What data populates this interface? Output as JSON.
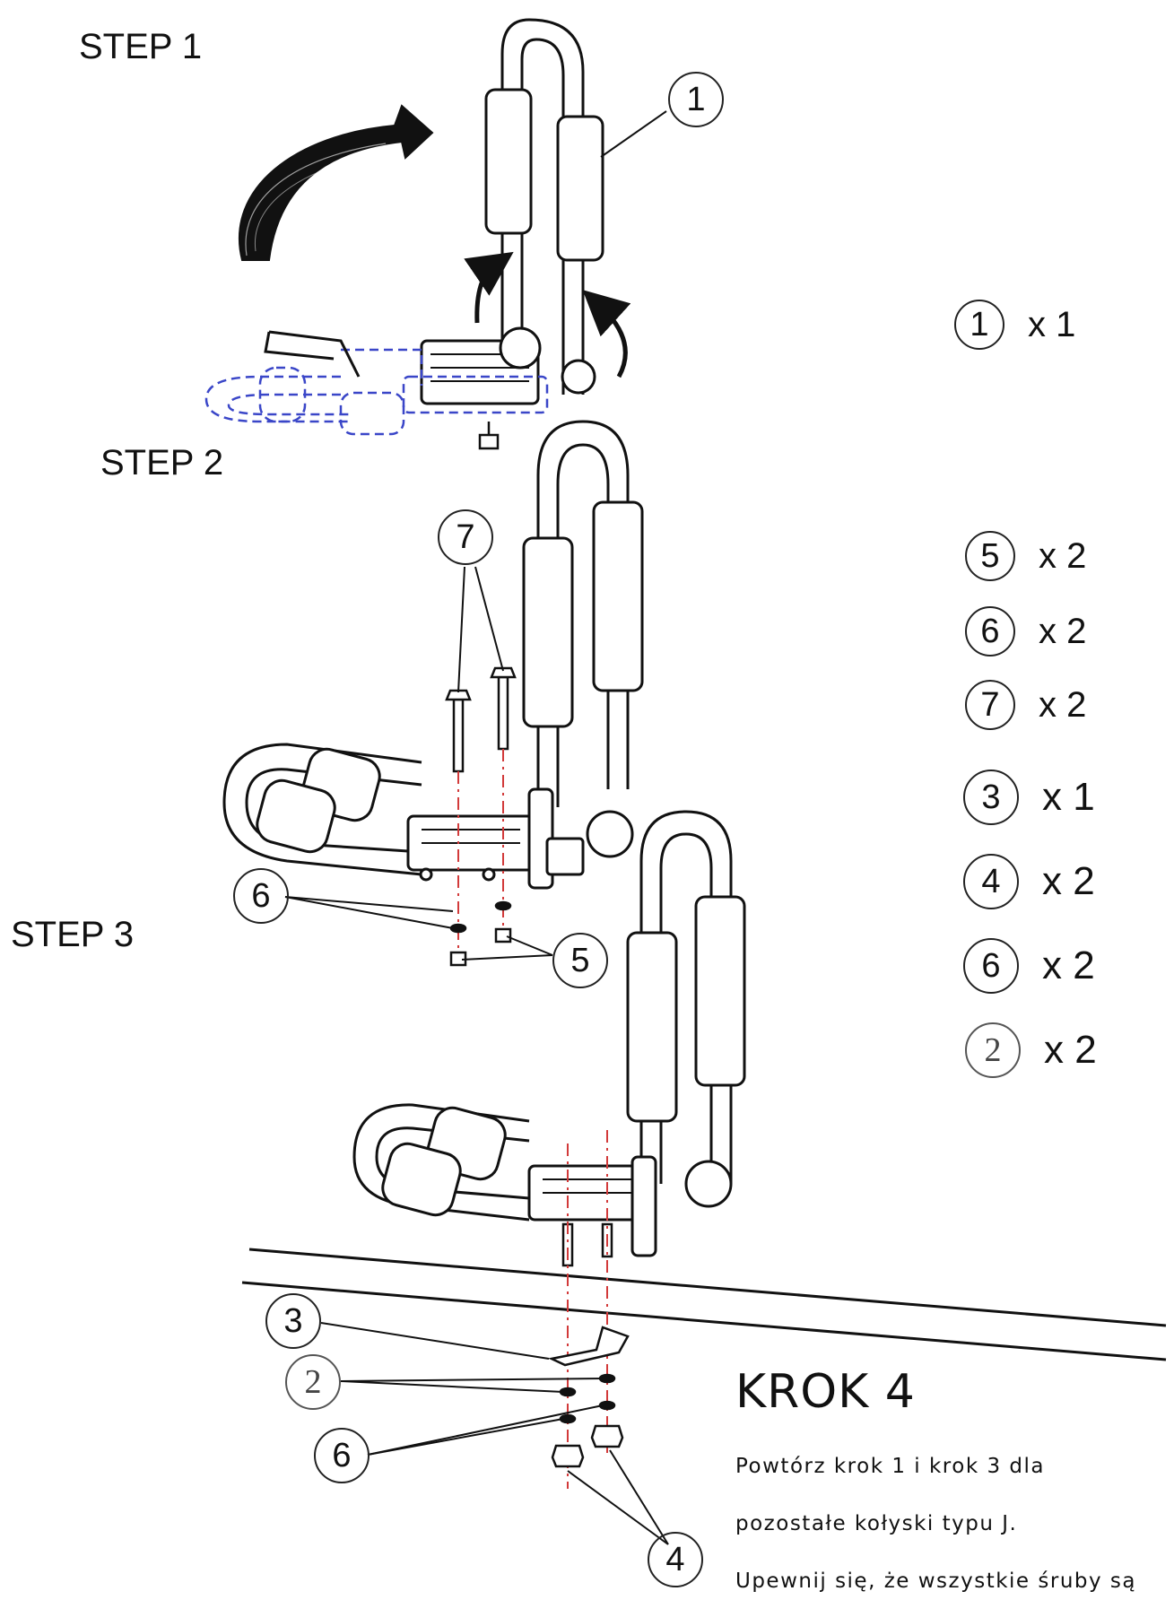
{
  "steps": {
    "step1": "STEP 1",
    "step2": "STEP 2",
    "step3": "STEP 3"
  },
  "callouts": {
    "s1_part": "1",
    "s2_bolt": "7",
    "s2_washer": "6",
    "s2_nut": "5",
    "s4_plate": "3",
    "s4_washer_a": "2",
    "s4_washer_b": "6",
    "s4_nut": "4"
  },
  "parts_lists": {
    "step1": [
      {
        "num": "1",
        "qty": "x 1"
      }
    ],
    "step2": [
      {
        "num": "5",
        "qty": "x 2"
      },
      {
        "num": "6",
        "qty": "x 2"
      },
      {
        "num": "7",
        "qty": "x 2"
      }
    ],
    "step3": [
      {
        "num": "3",
        "qty": "x 1"
      },
      {
        "num": "4",
        "qty": "x 2"
      },
      {
        "num": "6",
        "qty": "x 2"
      },
      {
        "num": "2",
        "qty": "x 2"
      }
    ]
  },
  "krok4": {
    "title": "KROK  4",
    "line1": "Powtórz krok 1 i krok 3 dla",
    "line2": "pozostałe kołyski typu J.",
    "line3": "Upewnij się, że wszystkie śruby są"
  },
  "colors": {
    "ink": "#111111",
    "dashed_outline": "#3a46c8",
    "centerline": "#d23a3a"
  }
}
